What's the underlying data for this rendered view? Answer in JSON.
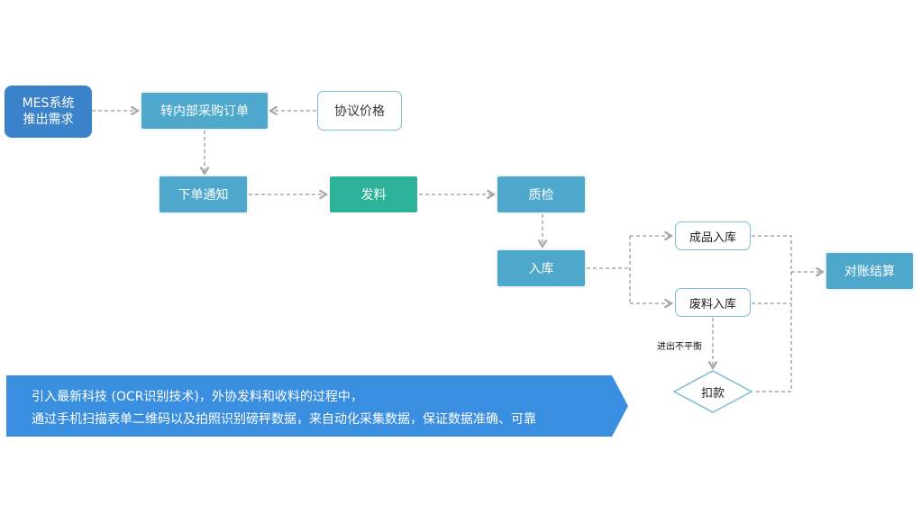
{
  "nodes": {
    "mes": "MES系统\n推出需求",
    "mes_line1": "MES系统",
    "mes_line2": "推出需求",
    "po": "转内部采购订单",
    "price": "协议价格",
    "notice": "下单通知",
    "issue": "发料",
    "qc": "质检",
    "stock_in": "入库",
    "finished_in": "成品入库",
    "scrap_in": "废料入库",
    "settle": "对账结算",
    "deduct": "扣款"
  },
  "edge_label": "进出不平衡",
  "banner": {
    "line1": "引入最新科技 (OCR识别技术)，外协发料和收料的过程中，",
    "line2": "通过手机扫描表单二维码以及拍照识别磅秤数据，来自动化采集数据，保证数据准确、可靠"
  },
  "colors": {
    "mes": "#3a82c9",
    "process": "#4ea8cc",
    "issue": "#2db39a",
    "banner": "#3a8ee0",
    "line": "#a8a8a8"
  }
}
